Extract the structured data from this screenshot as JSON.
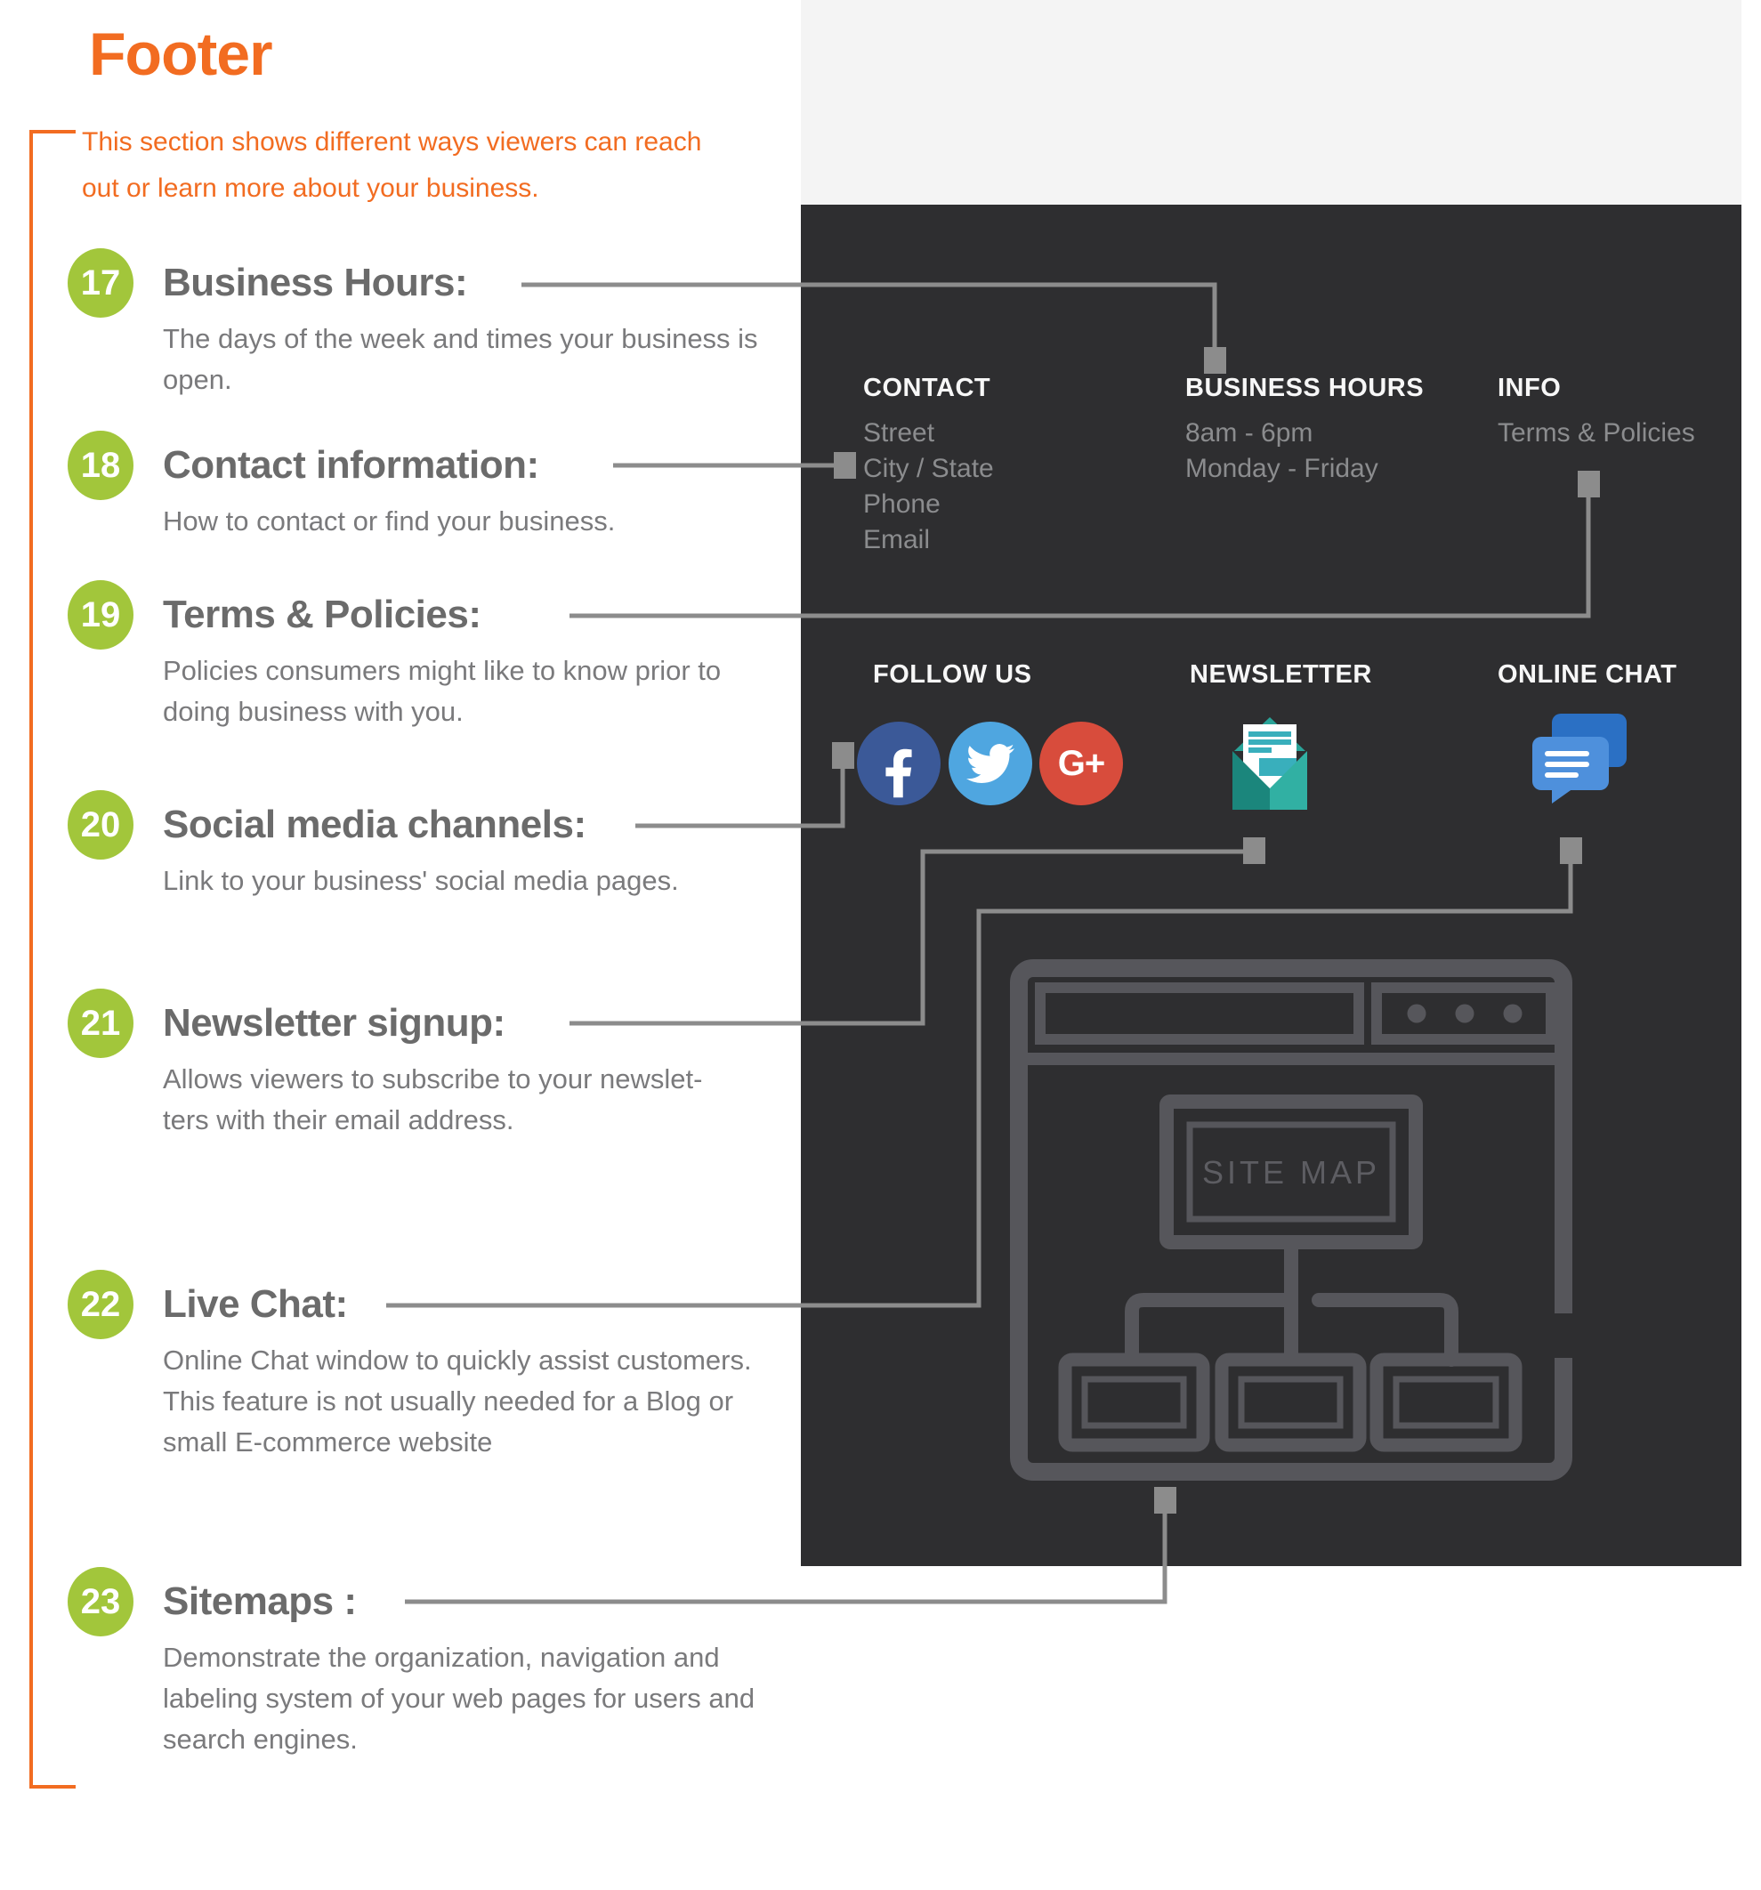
{
  "title": "Footer",
  "intro": {
    "lines": [
      "This section shows different ways viewers can reach",
      "out or learn more about your business."
    ]
  },
  "items": [
    {
      "number": "17",
      "heading": "Business Hours:",
      "desc_lines": [
        "The days of the week and times your business is",
        "open."
      ]
    },
    {
      "number": "18",
      "heading": "Contact information:",
      "desc_lines": [
        "How to contact or find your business."
      ]
    },
    {
      "number": "19",
      "heading": "Terms & Policies:",
      "desc_lines": [
        "Policies consumers might like to know prior to",
        "doing business with you."
      ]
    },
    {
      "number": "20",
      "heading": "Social media channels:",
      "desc_lines": [
        "Link to your business' social media pages."
      ]
    },
    {
      "number": "21",
      "heading": "Newsletter signup:",
      "desc_lines": [
        "Allows viewers to subscribe to your newslet-",
        "ters with their email address."
      ]
    },
    {
      "number": "22",
      "heading": "Live Chat:",
      "desc_lines": [
        "Online Chat window to quickly assist customers.",
        "This feature is not usually needed for a Blog or",
        "small E-commerce website"
      ]
    },
    {
      "number": "23",
      "heading": "Sitemaps :",
      "desc_lines": [
        "Demonstrate the organization, navigation and",
        "labeling system of your web pages for users and",
        "search engines."
      ]
    }
  ],
  "footer_mockup": {
    "contact": {
      "heading": "CONTACT",
      "items": [
        "Street",
        "City / State",
        "Phone",
        "Email"
      ]
    },
    "business_hours": {
      "heading": "BUSINESS HOURS",
      "items": [
        "8am - 6pm",
        "Monday - Friday"
      ]
    },
    "info": {
      "heading": "INFO",
      "items": [
        "Terms & Policies"
      ]
    },
    "follow_us": {
      "heading": "FOLLOW US",
      "icons": [
        "facebook-icon",
        "twitter-icon",
        "google-plus-icon"
      ],
      "google_plus_label": "G+"
    },
    "newsletter": {
      "heading": "NEWSLETTER",
      "icon": "envelope-icon"
    },
    "online_chat": {
      "heading": "ONLINE CHAT",
      "icon": "chat-bubbles-icon"
    },
    "sitemap": {
      "label": "SITE MAP"
    }
  },
  "colors": {
    "accent_orange": "#f26c21",
    "badge_green": "#a2c63b",
    "heading_gray": "#6b6b6b",
    "body_gray": "#7a7a7c",
    "panel_dark": "#2e2e30",
    "band_light": "#f4f4f4",
    "connector_gray": "#8c8c8c",
    "mockup_text_gray": "#8b8c8e",
    "wireframe_gray": "#56565b",
    "facebook_blue": "#3b5998",
    "twitter_blue": "#4fa6e0",
    "google_red": "#d84c3c",
    "envelope_teal": "#2aa398",
    "chat_blue": "#4e90dc"
  }
}
